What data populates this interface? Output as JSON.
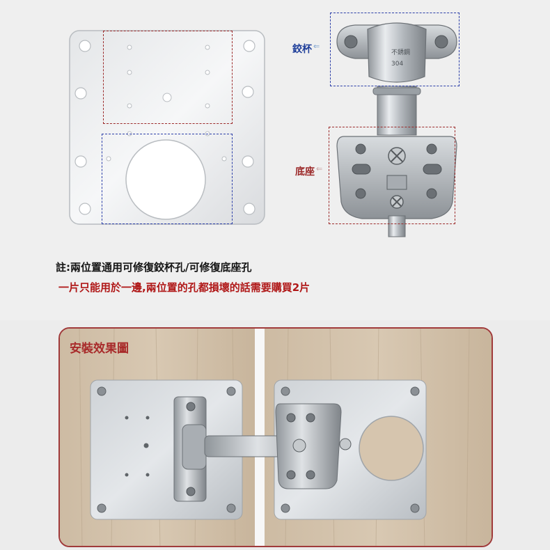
{
  "labels": {
    "hinge_cup": "鉸杯",
    "hinge_base": "底座",
    "stamp_top": "不銹鋼",
    "stamp_bottom": "304"
  },
  "notes": {
    "line1": "註:兩位置通用可修復鉸杯孔/可修復底座孔",
    "line2": "一片只能用於一邊,兩位置的孔都損壞的話需要購買2片"
  },
  "installation": {
    "title": "安裝效果圖"
  },
  "colors": {
    "red_dash": "#9c2a2a",
    "blue_dash": "#2b3ea8",
    "label_blue": "#1f3f9a",
    "label_red": "#9c2a2a",
    "note_red": "#b01818",
    "frame_red": "#a03a3a"
  }
}
